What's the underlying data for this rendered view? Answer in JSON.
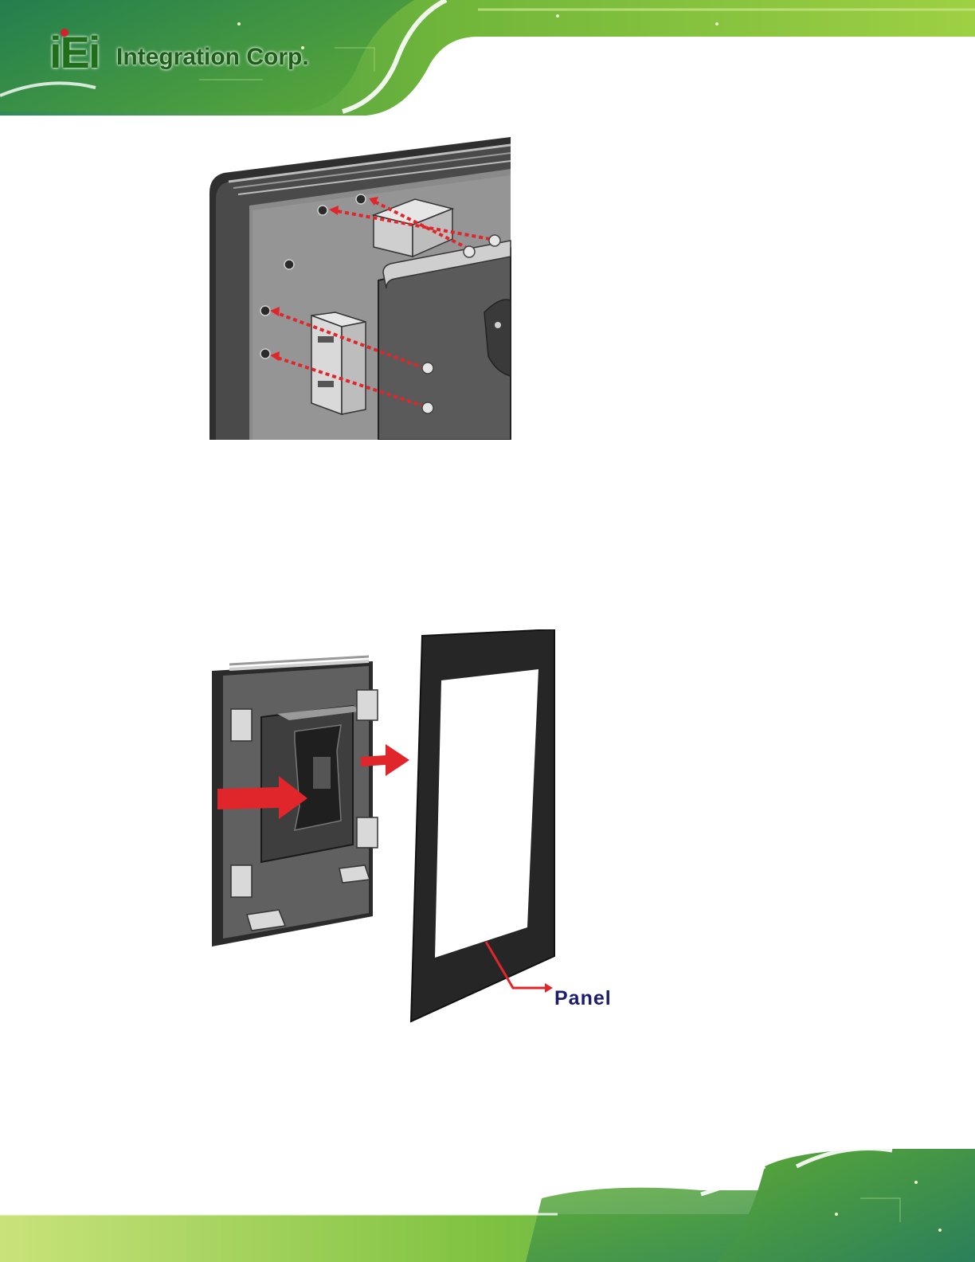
{
  "header": {
    "logo": {
      "mark": "iEi",
      "company": "Integration Corp.",
      "colors": {
        "primary": "#1f6e1a",
        "dot": "#d4202a"
      }
    }
  },
  "figures": [
    {
      "id": "bracket-installation",
      "icons": [
        "screw-icon",
        "bracket-icon",
        "dotted-arrow-icon"
      ]
    },
    {
      "id": "panel-installation",
      "callout": {
        "label": "Panel"
      },
      "icons": [
        "red-arrow-icon",
        "vesa-mount-icon"
      ]
    }
  ],
  "theme": {
    "banner_green": "#7fc241",
    "banner_dark": "#2e8a3a",
    "arrow_red": "#e0262b",
    "callout_text": "#1d1d6e"
  }
}
